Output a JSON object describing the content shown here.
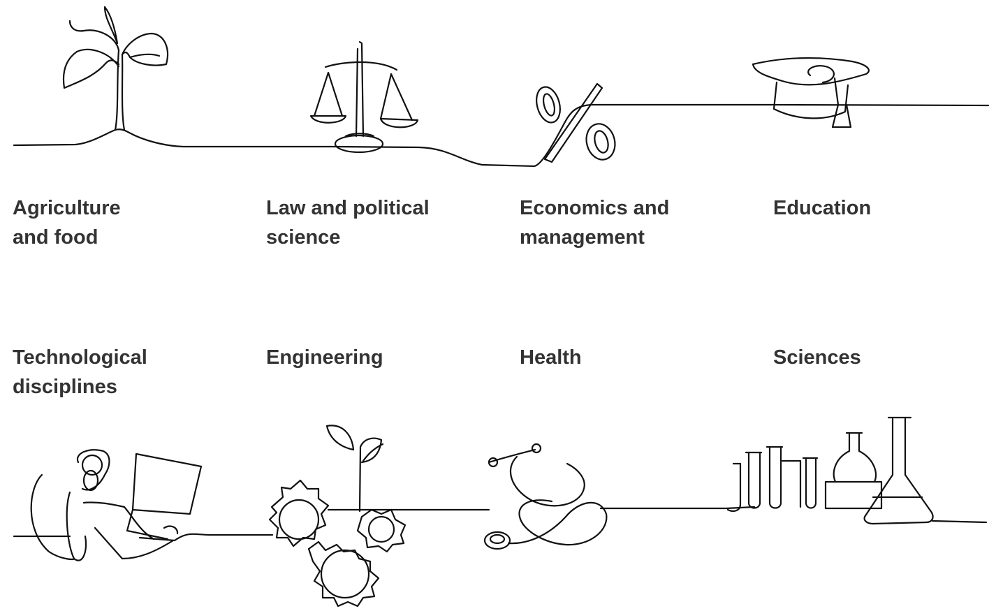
{
  "categories": [
    {
      "id": "agriculture",
      "label": "Agriculture\nand food",
      "icon": "sprout-icon"
    },
    {
      "id": "law",
      "label": "Law and political\nscience",
      "icon": "scales-icon"
    },
    {
      "id": "economics",
      "label": "Economics and\nmanagement",
      "icon": "percent-icon"
    },
    {
      "id": "education",
      "label": "Education",
      "icon": "graduation-cap-icon"
    },
    {
      "id": "technology",
      "label": "Technological\ndisciplines",
      "icon": "person-laptop-icon"
    },
    {
      "id": "engineering",
      "label": "Engineering",
      "icon": "gears-sprout-icon"
    },
    {
      "id": "health",
      "label": "Health",
      "icon": "stethoscope-icon"
    },
    {
      "id": "sciences",
      "label": "Sciences",
      "icon": "lab-flasks-icon"
    }
  ],
  "colors": {
    "line": "#111111",
    "text": "#333333",
    "light_green": "#a6cf5f",
    "teal": "#1aa596",
    "light_blue": "#8ccfdf",
    "dark_green": "#3c8a6e",
    "mid_green": "#8cc34c"
  }
}
